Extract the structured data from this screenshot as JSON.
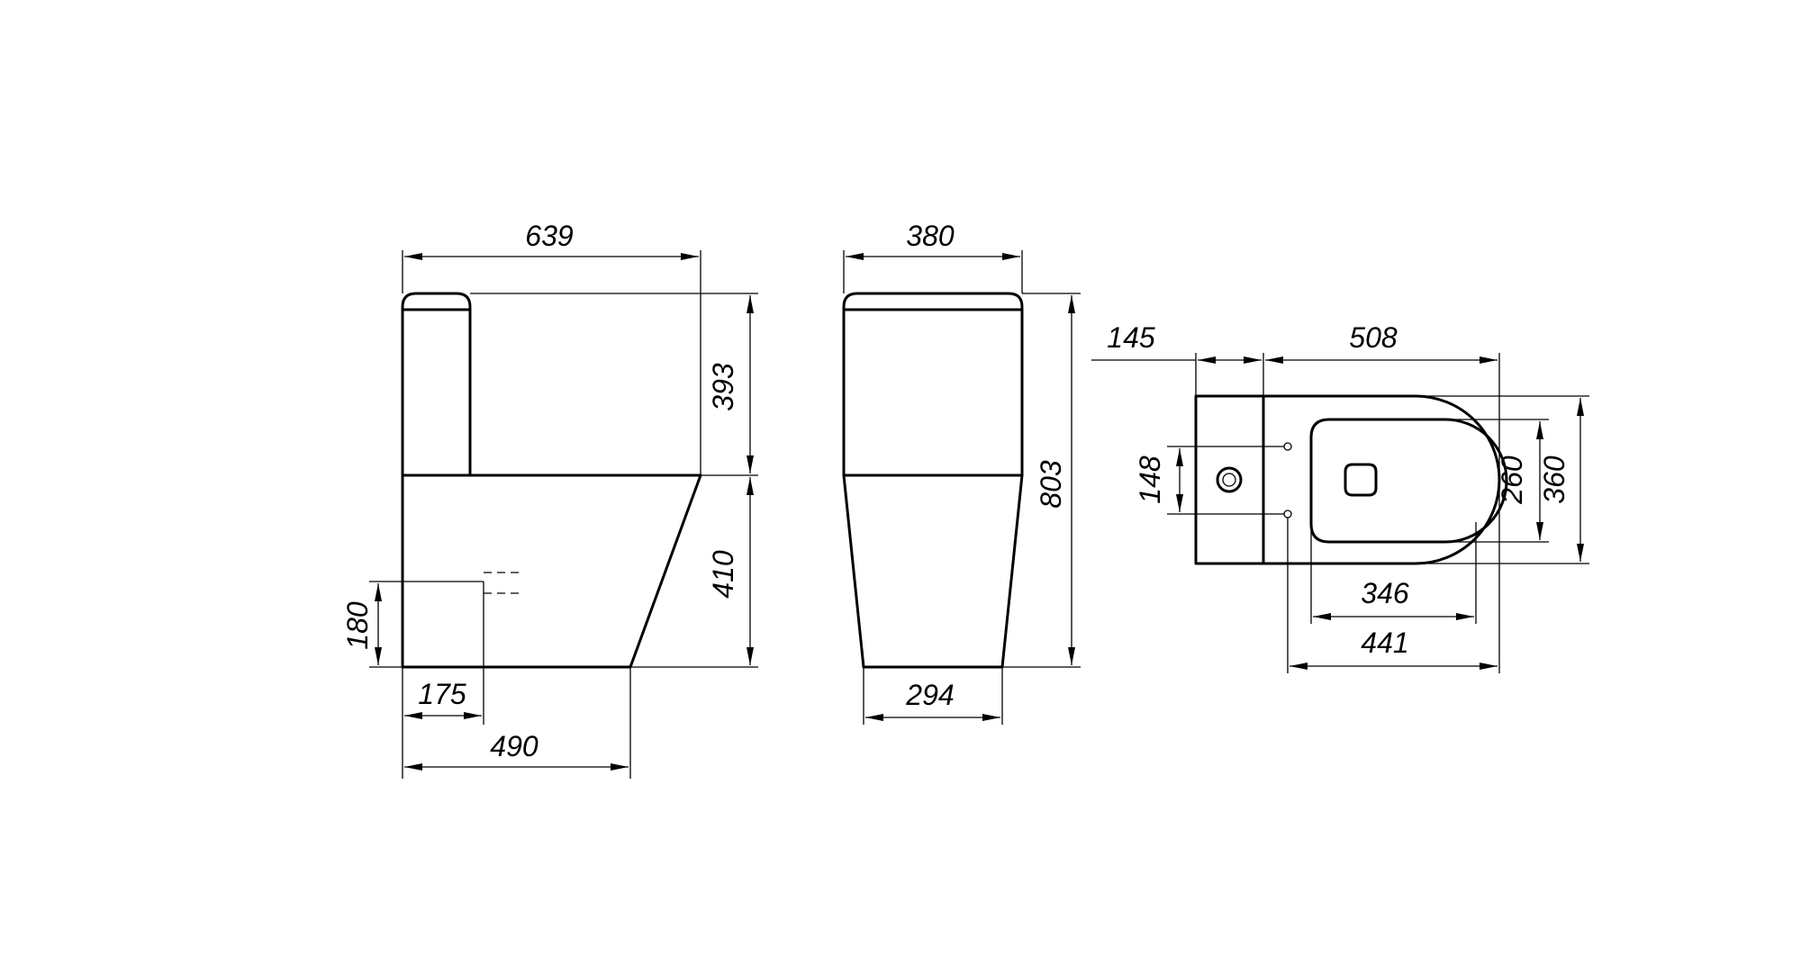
{
  "side_view": {
    "total_depth": "639",
    "tank_height": "393",
    "bowl_height": "410",
    "inlet_height": "180",
    "inlet_offset": "175",
    "base_depth": "490"
  },
  "front_view": {
    "top_width": "380",
    "total_height": "803",
    "base_width": "294"
  },
  "top_view": {
    "tank_depth": "145",
    "bowl_length": "508",
    "bolt_spacing": "148",
    "seat_inner_width": "260",
    "overall_width": "360",
    "seat_inner_length": "346",
    "bowl_to_bolts": "441"
  }
}
